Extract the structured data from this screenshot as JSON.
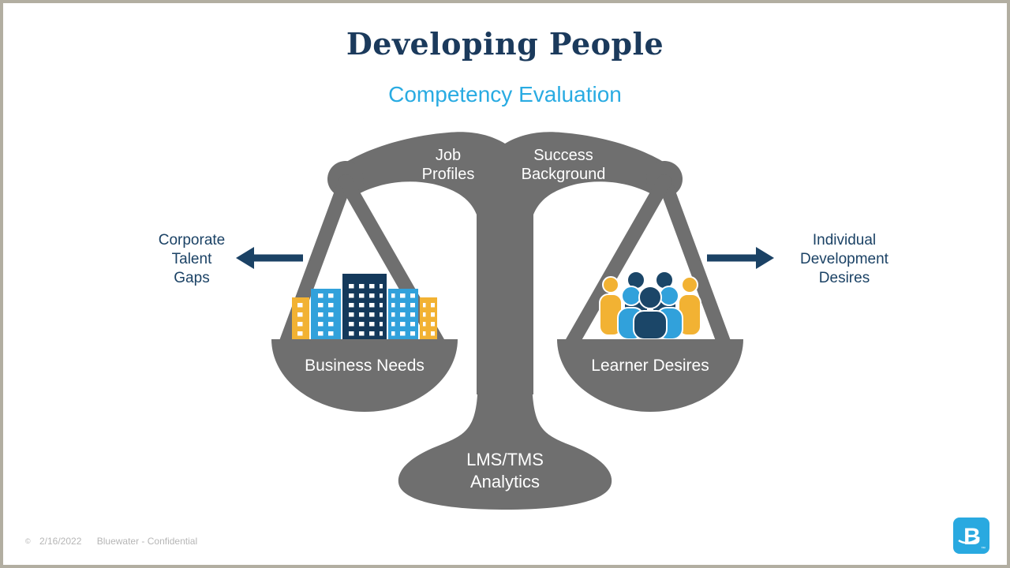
{
  "slide": {
    "title": "Developing People",
    "subtitle": "Competency Evaluation"
  },
  "balance": {
    "beam_left_label": {
      "line1": "Job",
      "line2": "Profiles"
    },
    "beam_right_label": {
      "line1": "Success",
      "line2": "Background"
    },
    "left_pan_label": "Business Needs",
    "right_pan_label": "Learner Desires",
    "base_label": {
      "line1": "LMS/TMS",
      "line2": "Analytics"
    },
    "left_pan_icon": "city-buildings-icon",
    "right_pan_icon": "people-group-icon"
  },
  "callouts": {
    "left": {
      "line1": "Corporate",
      "line2": "Talent",
      "line3": "Gaps"
    },
    "right": {
      "line1": "Individual",
      "line2": "Development",
      "line3": "Desires"
    }
  },
  "footer": {
    "copyright": "©",
    "date": "2/16/2022",
    "text": "Bluewater - Confidential"
  },
  "logo": {
    "letter": "B",
    "trademark": "™"
  },
  "colors": {
    "title_navy": "#1B3A5C",
    "subtitle_cyan": "#29ABE2",
    "scale_gray": "#6F6F6F",
    "arrow_navy": "#1B4265",
    "building_yellow": "#F2B233",
    "building_blue": "#31A1DB",
    "building_navy": "#14395B",
    "people_navy": "#1B4668",
    "footer_gray": "#B6B6B6",
    "logo_blue": "#29A9E0",
    "frame_tan": "#B2AEA1"
  }
}
